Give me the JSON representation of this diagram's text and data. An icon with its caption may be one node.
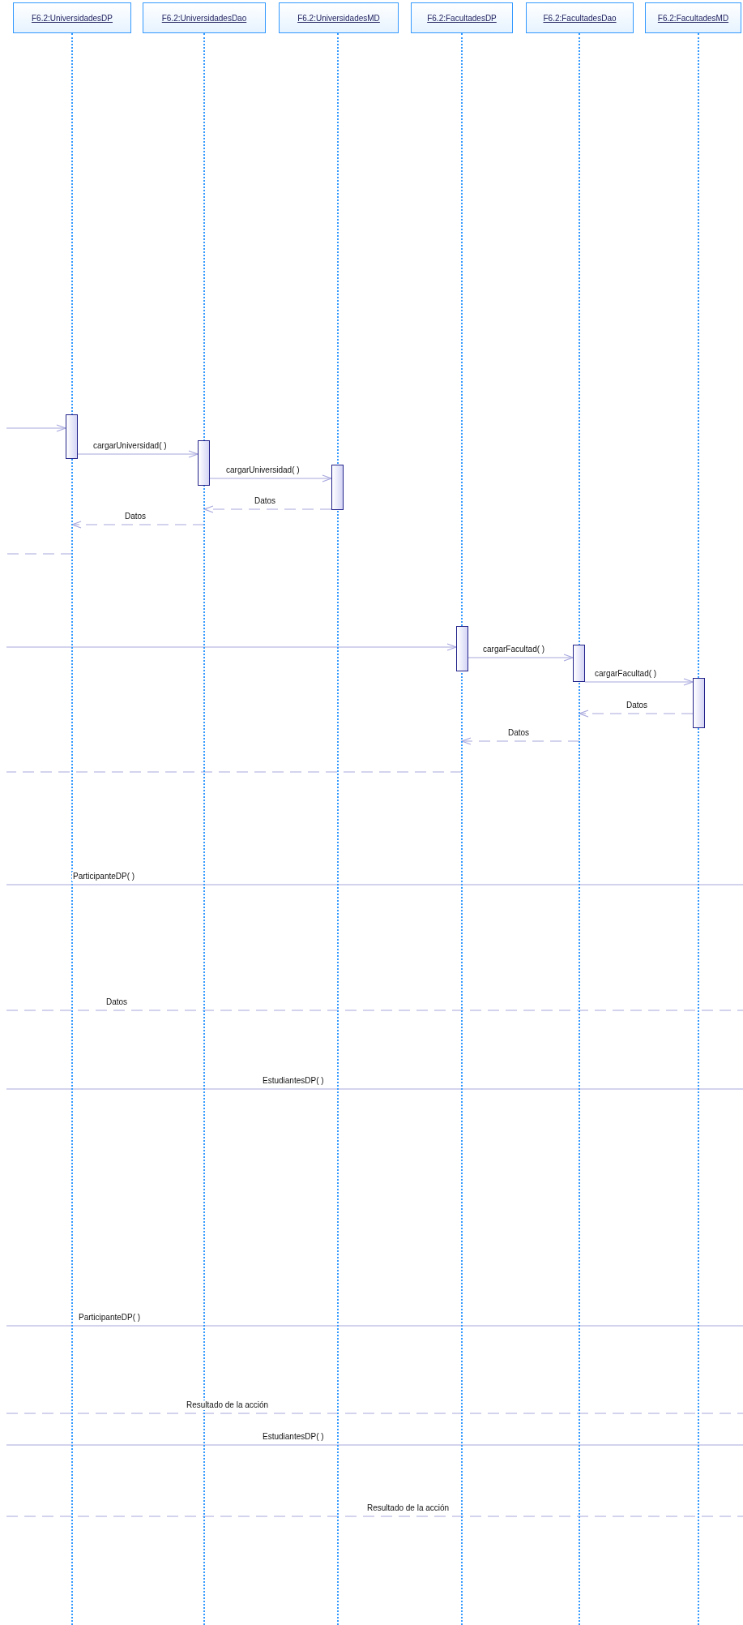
{
  "diagram": {
    "nodes": [
      {
        "text": [
          "F6.2:UniversidadesDP"
        ]
      },
      {
        "text": [
          "F6.2:UniversidadesDao"
        ]
      },
      {
        "text": [
          "F6.2:UniversidadesMD"
        ]
      },
      {
        "text": [
          "F6.2:FacultadesDP"
        ]
      },
      {
        "text": [
          "F6.2:FacultadesDao"
        ]
      },
      {
        "text": [
          "F6.2:FacultadesMD"
        ]
      },
      {
        "text": [],
        "shape": "line"
      },
      {
        "text": [],
        "shape": "line"
      },
      {
        "text": [],
        "shape": "line"
      },
      {
        "text": [],
        "shape": "line"
      },
      {
        "text": [],
        "shape": "line"
      },
      {
        "text": [],
        "shape": "line"
      },
      {
        "text": [],
        "shape": "bar"
      },
      {
        "text": [],
        "shape": "bar"
      },
      {
        "text": [],
        "shape": "bar"
      },
      {
        "text": [],
        "shape": "bar"
      },
      {
        "text": [],
        "shape": "bar"
      },
      {
        "text": [],
        "shape": "bar"
      }
    ],
    "edges": [
      {
        "from": null,
        "to": 12,
        "arrow": "to"
      },
      {
        "from": 12,
        "to": 13,
        "arrow": "to",
        "label": "cargarUniversidad( )"
      },
      {
        "from": 13,
        "to": 14,
        "arrow": "to",
        "label": "cargarUniversidad( )"
      },
      {
        "from": 14,
        "to": 7,
        "arrow": "to",
        "label": "Datos",
        "style": "dashed"
      },
      {
        "from": 7,
        "to": 6,
        "arrow": "to",
        "label": "Datos",
        "style": "dashed"
      },
      {
        "from": 6,
        "to": null,
        "arrow": "none",
        "style": "dashed"
      },
      {
        "from": null,
        "to": 15,
        "arrow": "to"
      },
      {
        "from": 15,
        "to": 16,
        "arrow": "to",
        "label": "cargarFacultad( )"
      },
      {
        "from": 16,
        "to": 17,
        "arrow": "to",
        "label": "cargarFacultad( )"
      },
      {
        "from": 17,
        "to": 10,
        "arrow": "to",
        "label": "Datos",
        "style": "dashed"
      },
      {
        "from": 10,
        "to": 9,
        "arrow": "to",
        "label": "Datos",
        "style": "dashed"
      },
      {
        "from": 9,
        "to": null,
        "arrow": "none",
        "style": "dashed"
      }
    ],
    "labels": [
      "ParticipanteDP( )",
      "Datos",
      "EstudiantesDP( )",
      "ParticipanteDP( )",
      "Resultado de la acción",
      "EstudiantesDP( )",
      "Resultado de la acción"
    ]
  }
}
